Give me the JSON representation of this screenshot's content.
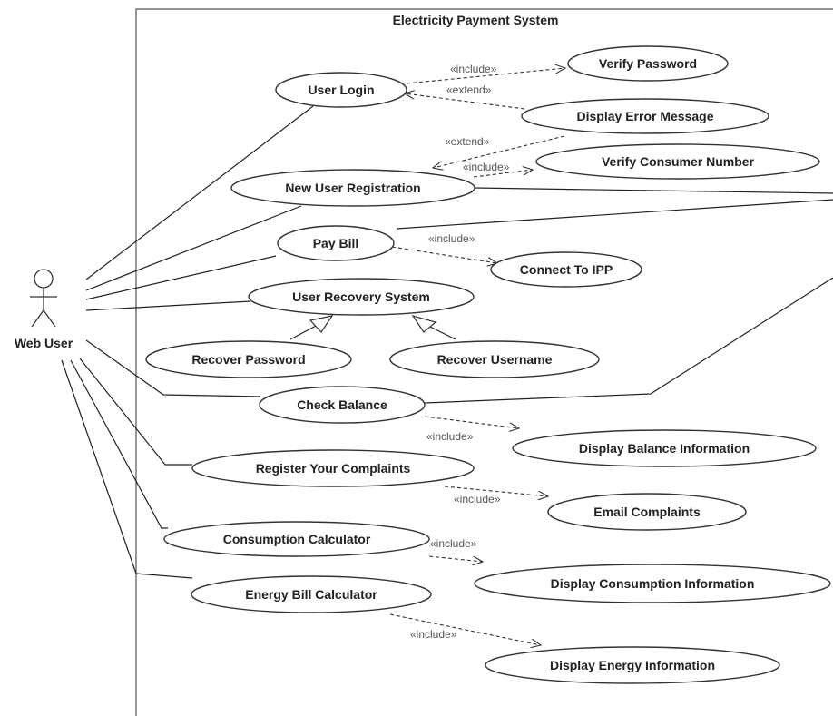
{
  "title": "Electricity Payment System",
  "actor": {
    "label": "Web User"
  },
  "use_cases": {
    "user_login": "User Login",
    "verify_password": "Verify Password",
    "display_error_message": "Display Error Message",
    "new_user_registration": "New User Registration",
    "verify_consumer_number": "Verify Consumer Number",
    "pay_bill": "Pay Bill",
    "connect_to_ipp": "Connect To IPP",
    "user_recovery_system": "User Recovery System",
    "recover_password": "Recover Password",
    "recover_username": "Recover Username",
    "check_balance": "Check Balance",
    "display_balance_information": "Display Balance Information",
    "register_your_complaints": "Register Your Complaints",
    "email_complaints": "Email Complaints",
    "consumption_calculator": "Consumption Calculator",
    "display_consumption_information": "Display Consumption Information",
    "energy_bill_calculator": "Energy Bill Calculator",
    "display_energy_information": "Display Energy Information"
  },
  "relationships": {
    "include": "«include»",
    "extend": "«extend»"
  }
}
